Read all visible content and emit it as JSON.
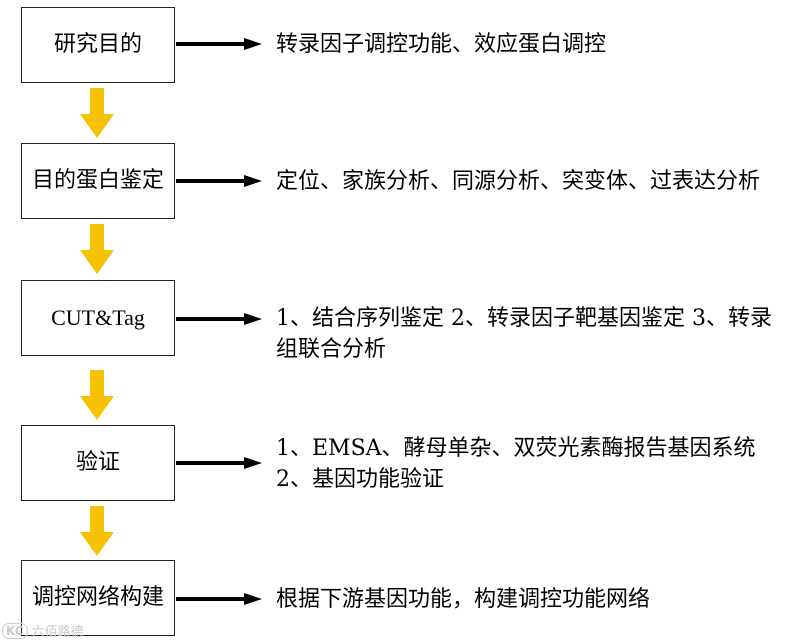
{
  "steps": [
    {
      "label": "研究目的",
      "description": "转录因子调控功能、效应蛋白调控"
    },
    {
      "label": "目的蛋白鉴定",
      "description": "定位、家族分析、同源分析、突变体、过表达分析"
    },
    {
      "label": "CUT&Tag",
      "description": "1、结合序列鉴定 2、转录因子靶基因鉴定 3、转录组联合分析"
    },
    {
      "label": "验证",
      "description": "1、EMSA、酵母单杂、双荧光素酶报告基因系统　2、基因功能验证"
    },
    {
      "label": "调控网络构建",
      "description": "根据下游基因功能，构建调控功能网络"
    }
  ],
  "watermark": {
    "logo": "KC",
    "text": "六佰路德"
  },
  "colors": {
    "down_arrow": "#F7C300",
    "right_arrow": "#000000",
    "box_border": "#222222"
  }
}
